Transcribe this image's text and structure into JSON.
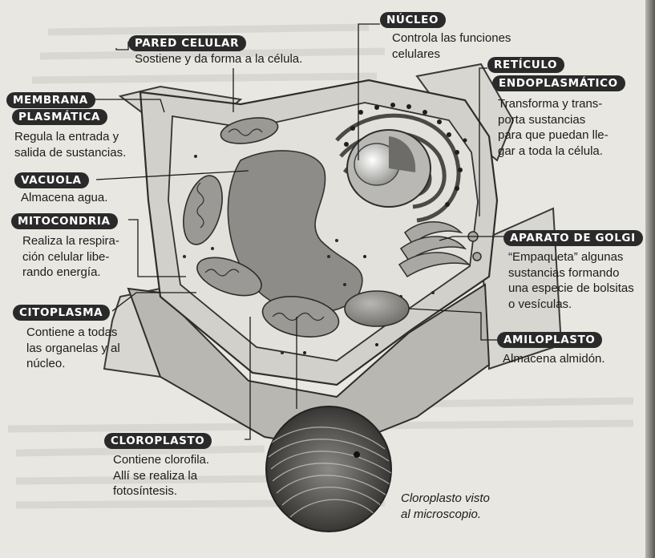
{
  "labels": {
    "pared_celular": {
      "title": "PARED CELULAR",
      "desc": "Sostiene y da forma a la célula."
    },
    "nucleo": {
      "title": "NÚCLEO",
      "desc": "Controla las funciones\ncelulares"
    },
    "reticulo": {
      "title1": "RETÍCULO",
      "title2": "ENDOPLASMÁTICO",
      "desc": "Transforma y trans-\nporta sustancias\npara que puedan lle-\ngar a toda la célula."
    },
    "membrana": {
      "title1": "MEMBRANA",
      "title2": "PLASMÁTICA",
      "desc": "Regula la entrada y\nsalida de sustancias."
    },
    "vacuola": {
      "title": "VACUOLA",
      "desc": "Almacena agua."
    },
    "mitocondria": {
      "title": "MITOCONDRIA",
      "desc": "Realiza la respira-\nción celular libe-\nrando energía."
    },
    "citoplasma": {
      "title": "CITOPLASMA",
      "desc": "Contiene a todas\nlas organelas y al\nnúcleo."
    },
    "aparato_golgi": {
      "title": "APARATO DE GOLGI",
      "desc": "“Empaqueta” algunas\nsustancias formando\nuna especie de bolsitas\no vesículas."
    },
    "amiloplasto": {
      "title": "AMILOPLASTO",
      "desc": "Almacena almidón."
    },
    "cloroplasto": {
      "title": "CLOROPLASTO",
      "desc": "Contiene clorofila.\nAllí se realiza la\nfotosíntesis."
    }
  },
  "caption": "Cloroplasto visto\nal microscopio.",
  "colors": {
    "badge": "#2a2a2a",
    "paper": "#e9e7e1",
    "cell_wall": "#d2d0cb",
    "cytoplasm": "#e2e1dc",
    "organelle": "#8d8c88"
  }
}
